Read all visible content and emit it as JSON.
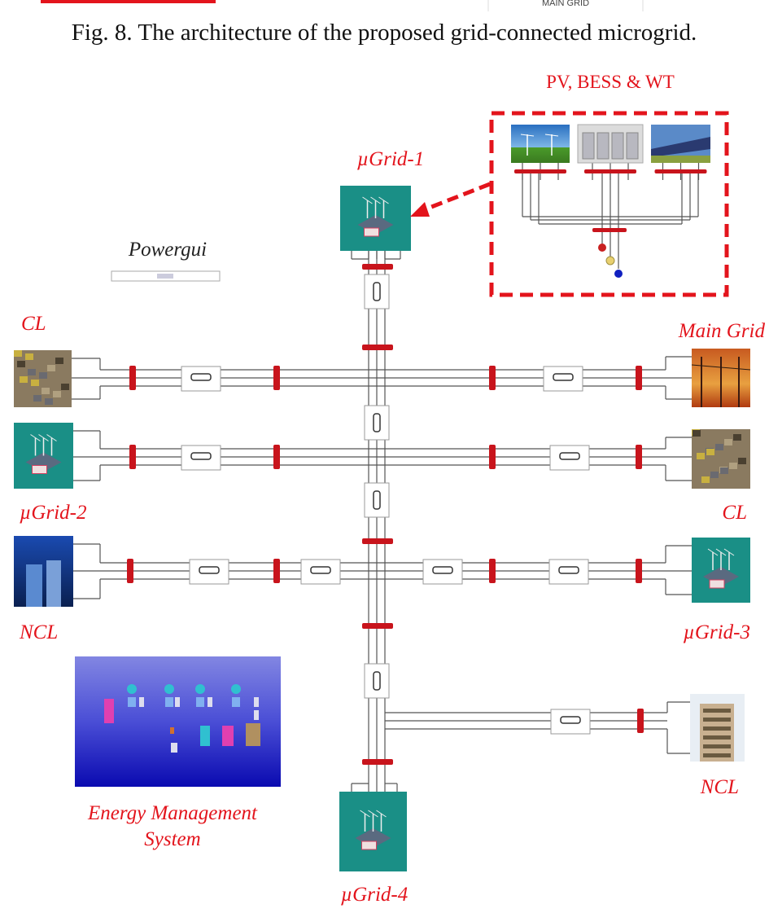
{
  "header_fragment": {
    "label": "MAIN GRID"
  },
  "caption": "Fig. 8. The architecture of the proposed grid-connected microgrid.",
  "inset": {
    "title": "PV, BESS & WT",
    "sources": [
      "wind-turbine",
      "battery-storage",
      "solar-pv"
    ],
    "border_color": "#e3141c"
  },
  "labels": {
    "ugrid1": "µGrid-1",
    "ugrid2": "µGrid-2",
    "ugrid3": "µGrid-3",
    "ugrid4": "µGrid-4",
    "powergui": "Powergui",
    "cl_left": "CL",
    "main_grid": "Main Grid",
    "cl_right": "CL",
    "ncl_left": "NCL",
    "ncl_right": "NCL",
    "ems_line1": "Energy Management",
    "ems_line2": "System"
  },
  "colors": {
    "label": "#e3141c",
    "busbar": "#c8141c",
    "microgrid": "#1a8f86",
    "ems_top": "#8080e0",
    "ems_bottom": "#0a0ab0",
    "wire": "#555555"
  }
}
